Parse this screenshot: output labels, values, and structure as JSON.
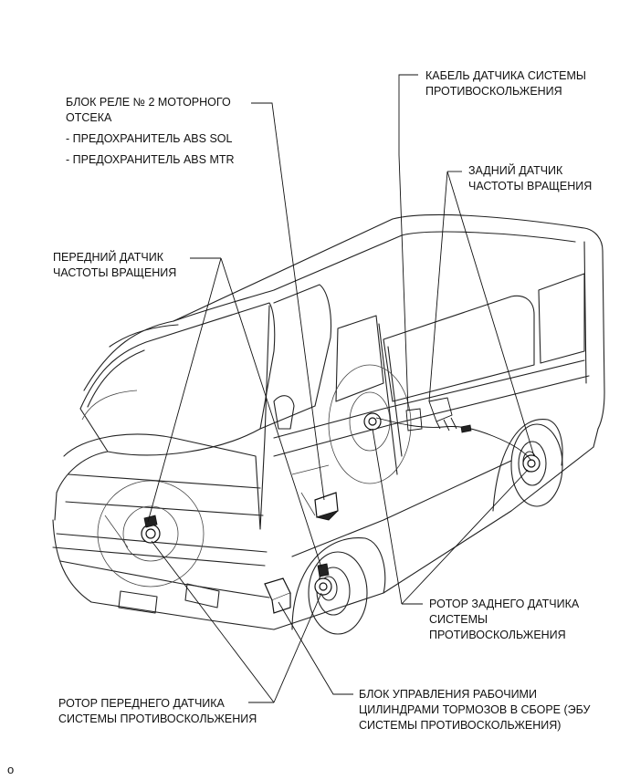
{
  "labels": {
    "relay_block": {
      "line1": "БЛОК РЕЛЕ № 2 МОТОРНОГО",
      "line2": "ОТСЕКА",
      "fuse1": "- ПРЕДОХРАНИТЕЛЬ ABS SOL",
      "fuse2": "- ПРЕДОХРАНИТЕЛЬ ABS MTR"
    },
    "sensor_cable": {
      "line1": "КАБЕЛЬ ДАТЧИКА СИСТЕМЫ",
      "line2": "ПРОТИВОСКОЛЬЖЕНИЯ"
    },
    "rear_speed_sensor": {
      "line1": "ЗАДНИЙ ДАТЧИК",
      "line2": "ЧАСТОТЫ ВРАЩЕНИЯ"
    },
    "front_speed_sensor": {
      "line1": "ПЕРЕДНИЙ ДАТЧИК",
      "line2": "ЧАСТОТЫ ВРАЩЕНИЯ"
    },
    "rear_rotor": {
      "line1": "РОТОР ЗАДНЕГО ДАТЧИКА",
      "line2": "СИСТЕМЫ",
      "line3": "ПРОТИВОСКОЛЬЖЕНИЯ"
    },
    "front_rotor": {
      "line1": "РОТОР ПЕРЕДНЕГО ДАТЧИКА",
      "line2": "СИСТЕМЫ ПРОТИВОСКОЛЬЖЕНИЯ"
    },
    "actuator": {
      "line1": "БЛОК УПРАВЛЕНИЯ РАБОЧИМИ",
      "line2": "ЦИЛИНДРАМИ ТОРМОЗОВ В СБОРЕ (ЭБУ",
      "line3": "СИСТЕМЫ ПРОТИВОСКОЛЬЖЕНИЯ)"
    }
  },
  "corner_mark": "o"
}
